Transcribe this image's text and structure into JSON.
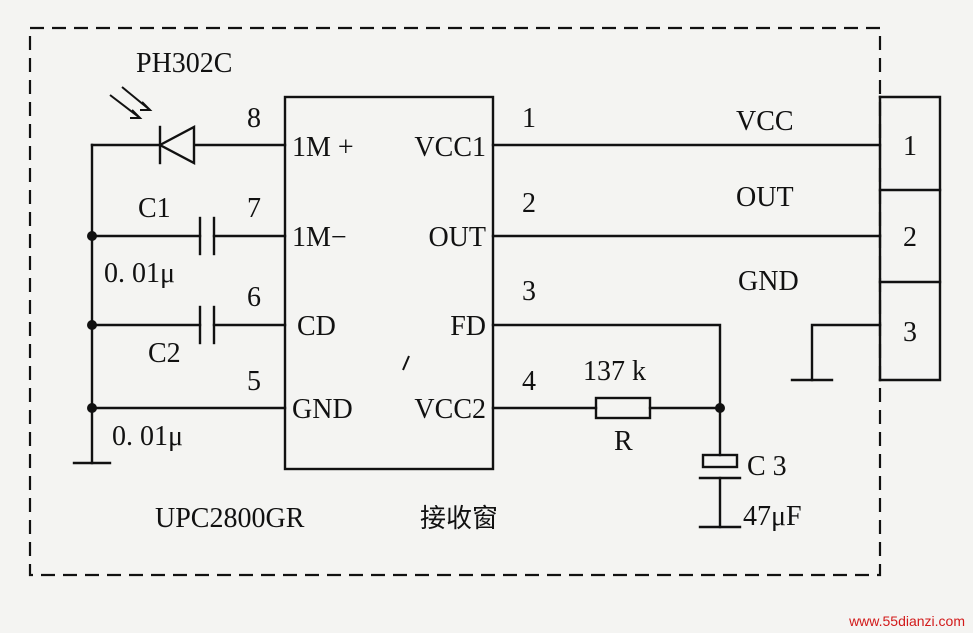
{
  "ic": {
    "part": "UPC2800GR",
    "pins_left": [
      {
        "num": "8",
        "name": "1M +"
      },
      {
        "num": "7",
        "name": "1M−"
      },
      {
        "num": "6",
        "name": "CD"
      },
      {
        "num": "5",
        "name": "GND"
      }
    ],
    "pins_right": [
      {
        "num": "1",
        "name": "VCC1"
      },
      {
        "num": "2",
        "name": "OUT"
      },
      {
        "num": "3",
        "name": "FD"
      },
      {
        "num": "4",
        "name": "VCC2"
      }
    ]
  },
  "photodiode": {
    "part": "PH302C"
  },
  "c1": {
    "name": "C1",
    "value": "0. 01μ"
  },
  "c2": {
    "name": "C2",
    "value": "0. 01μ"
  },
  "resistor": {
    "value": "137 k",
    "name": "R"
  },
  "c3": {
    "name": "C 3",
    "value": "47μF"
  },
  "connector": {
    "signals": [
      "VCC",
      "OUT",
      "GND"
    ],
    "pins": [
      "1",
      "2",
      "3"
    ]
  },
  "window_label": "接收窗",
  "watermark": "www.55dianzi.com"
}
